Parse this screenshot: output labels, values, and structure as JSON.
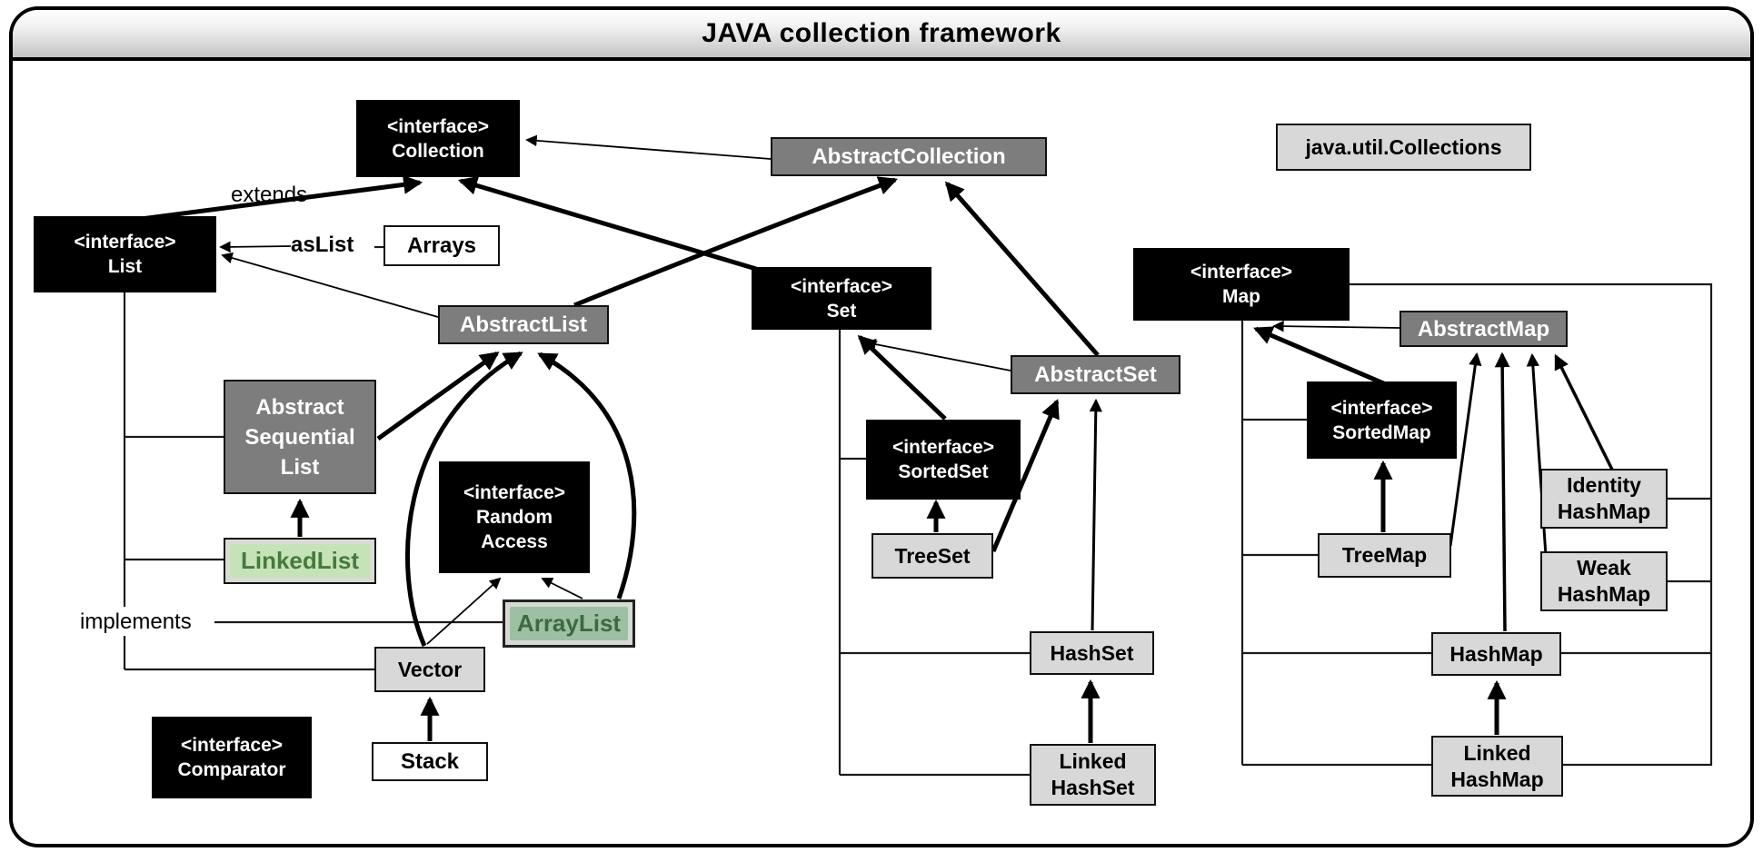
{
  "header": {
    "title": "JAVA collection framework"
  },
  "relation_labels": {
    "extends": "extends",
    "implements": "implements",
    "asList": "asList"
  },
  "colors": {
    "interface_bg": "#000000",
    "interface_text": "#ffffff",
    "abstract_bg": "#7d7d7d",
    "abstract_text": "#ffffff",
    "concrete_bg": "#d8d8d8",
    "plain_bg": "#ffffff",
    "text": "#000000",
    "border": "#111111",
    "linkedlist_highlight": "#c6e3b8",
    "arraylist_highlight": "#9dbfa4",
    "green_text": "#3f7a3f",
    "titlebar_gradient_top": "#ffffff",
    "titlebar_gradient_bottom": "#c3c3c3"
  },
  "nodes": [
    {
      "id": "collection",
      "kind": "iface",
      "lines": [
        "<interface>",
        "Collection"
      ]
    },
    {
      "id": "abstract-collection",
      "kind": "abs",
      "lines": [
        "AbstractCollection"
      ]
    },
    {
      "id": "java-util-collections",
      "kind": "light",
      "lines": [
        "java.util.Collections"
      ]
    },
    {
      "id": "list",
      "kind": "iface",
      "lines": [
        "<interface>",
        "List"
      ]
    },
    {
      "id": "arrays",
      "kind": "white",
      "lines": [
        "Arrays"
      ]
    },
    {
      "id": "abstract-list",
      "kind": "abs",
      "lines": [
        "AbstractList"
      ]
    },
    {
      "id": "abstract-sequential-list",
      "kind": "abs",
      "lines": [
        "Abstract",
        "Sequential",
        "List"
      ]
    },
    {
      "id": "linked-list",
      "kind": "greenLL",
      "lines": [
        "LinkedList"
      ]
    },
    {
      "id": "random-access",
      "kind": "iface",
      "lines": [
        "<interface>",
        "Random",
        "Access"
      ]
    },
    {
      "id": "array-list",
      "kind": "greenAL",
      "lines": [
        "ArrayList"
      ]
    },
    {
      "id": "vector",
      "kind": "light",
      "lines": [
        "Vector"
      ]
    },
    {
      "id": "stack",
      "kind": "white",
      "lines": [
        "Stack"
      ]
    },
    {
      "id": "comparator",
      "kind": "iface",
      "lines": [
        "<interface>",
        "Comparator"
      ]
    },
    {
      "id": "set",
      "kind": "iface",
      "lines": [
        "<interface>",
        "Set"
      ]
    },
    {
      "id": "abstract-set",
      "kind": "abs",
      "lines": [
        "AbstractSet"
      ]
    },
    {
      "id": "sorted-set",
      "kind": "iface",
      "lines": [
        "<interface>",
        "SortedSet"
      ]
    },
    {
      "id": "tree-set",
      "kind": "light",
      "lines": [
        "TreeSet"
      ]
    },
    {
      "id": "hash-set",
      "kind": "light",
      "lines": [
        "HashSet"
      ]
    },
    {
      "id": "linked-hash-set",
      "kind": "light",
      "lines": [
        "Linked",
        "HashSet"
      ]
    },
    {
      "id": "map",
      "kind": "iface",
      "lines": [
        "<interface>",
        "Map"
      ]
    },
    {
      "id": "abstract-map",
      "kind": "abs",
      "lines": [
        "AbstractMap"
      ]
    },
    {
      "id": "sorted-map",
      "kind": "iface",
      "lines": [
        "<interface>",
        "SortedMap"
      ]
    },
    {
      "id": "tree-map",
      "kind": "light",
      "lines": [
        "TreeMap"
      ]
    },
    {
      "id": "identity-hash-map",
      "kind": "light",
      "lines": [
        "Identity",
        "HashMap"
      ]
    },
    {
      "id": "weak-hash-map",
      "kind": "light",
      "lines": [
        "Weak",
        "HashMap"
      ]
    },
    {
      "id": "hash-map",
      "kind": "light",
      "lines": [
        "HashMap"
      ]
    },
    {
      "id": "linked-hash-map",
      "kind": "light",
      "lines": [
        "Linked",
        "HashMap"
      ]
    }
  ],
  "edges": [
    {
      "from": "List",
      "to": "Collection",
      "relation": "extends"
    },
    {
      "from": "Set",
      "to": "Collection",
      "relation": "extends"
    },
    {
      "from": "AbstractCollection",
      "to": "Collection",
      "relation": "implements"
    },
    {
      "from": "AbstractList",
      "to": "AbstractCollection",
      "relation": "extends"
    },
    {
      "from": "AbstractSet",
      "to": "AbstractCollection",
      "relation": "extends"
    },
    {
      "from": "AbstractList",
      "to": "List",
      "relation": "implements"
    },
    {
      "from": "Arrays",
      "to": "List",
      "relation": "asList"
    },
    {
      "from": "AbstractSequentialList",
      "to": "AbstractList",
      "relation": "extends"
    },
    {
      "from": "Vector",
      "to": "AbstractList",
      "relation": "extends"
    },
    {
      "from": "ArrayList",
      "to": "AbstractList",
      "relation": "extends"
    },
    {
      "from": "LinkedList",
      "to": "AbstractSequentialList",
      "relation": "extends"
    },
    {
      "from": "Stack",
      "to": "Vector",
      "relation": "extends"
    },
    {
      "from": "Vector",
      "to": "RandomAccess",
      "relation": "implements"
    },
    {
      "from": "ArrayList",
      "to": "RandomAccess",
      "relation": "implements"
    },
    {
      "from": "SortedSet",
      "to": "Set",
      "relation": "extends"
    },
    {
      "from": "AbstractSet",
      "to": "Set",
      "relation": "implements"
    },
    {
      "from": "TreeSet",
      "to": "SortedSet",
      "relation": "extends"
    },
    {
      "from": "TreeSet",
      "to": "AbstractSet",
      "relation": "extends"
    },
    {
      "from": "HashSet",
      "to": "AbstractSet",
      "relation": "extends"
    },
    {
      "from": "LinkedHashSet",
      "to": "HashSet",
      "relation": "extends"
    },
    {
      "from": "SortedMap",
      "to": "Map",
      "relation": "extends"
    },
    {
      "from": "AbstractMap",
      "to": "Map",
      "relation": "implements"
    },
    {
      "from": "TreeMap",
      "to": "SortedMap",
      "relation": "extends"
    },
    {
      "from": "TreeMap",
      "to": "AbstractMap",
      "relation": "extends"
    },
    {
      "from": "HashMap",
      "to": "AbstractMap",
      "relation": "extends"
    },
    {
      "from": "WeakHashMap",
      "to": "AbstractMap",
      "relation": "extends"
    },
    {
      "from": "IdentityHashMap",
      "to": "AbstractMap",
      "relation": "extends"
    },
    {
      "from": "LinkedHashMap",
      "to": "HashMap",
      "relation": "extends"
    }
  ]
}
